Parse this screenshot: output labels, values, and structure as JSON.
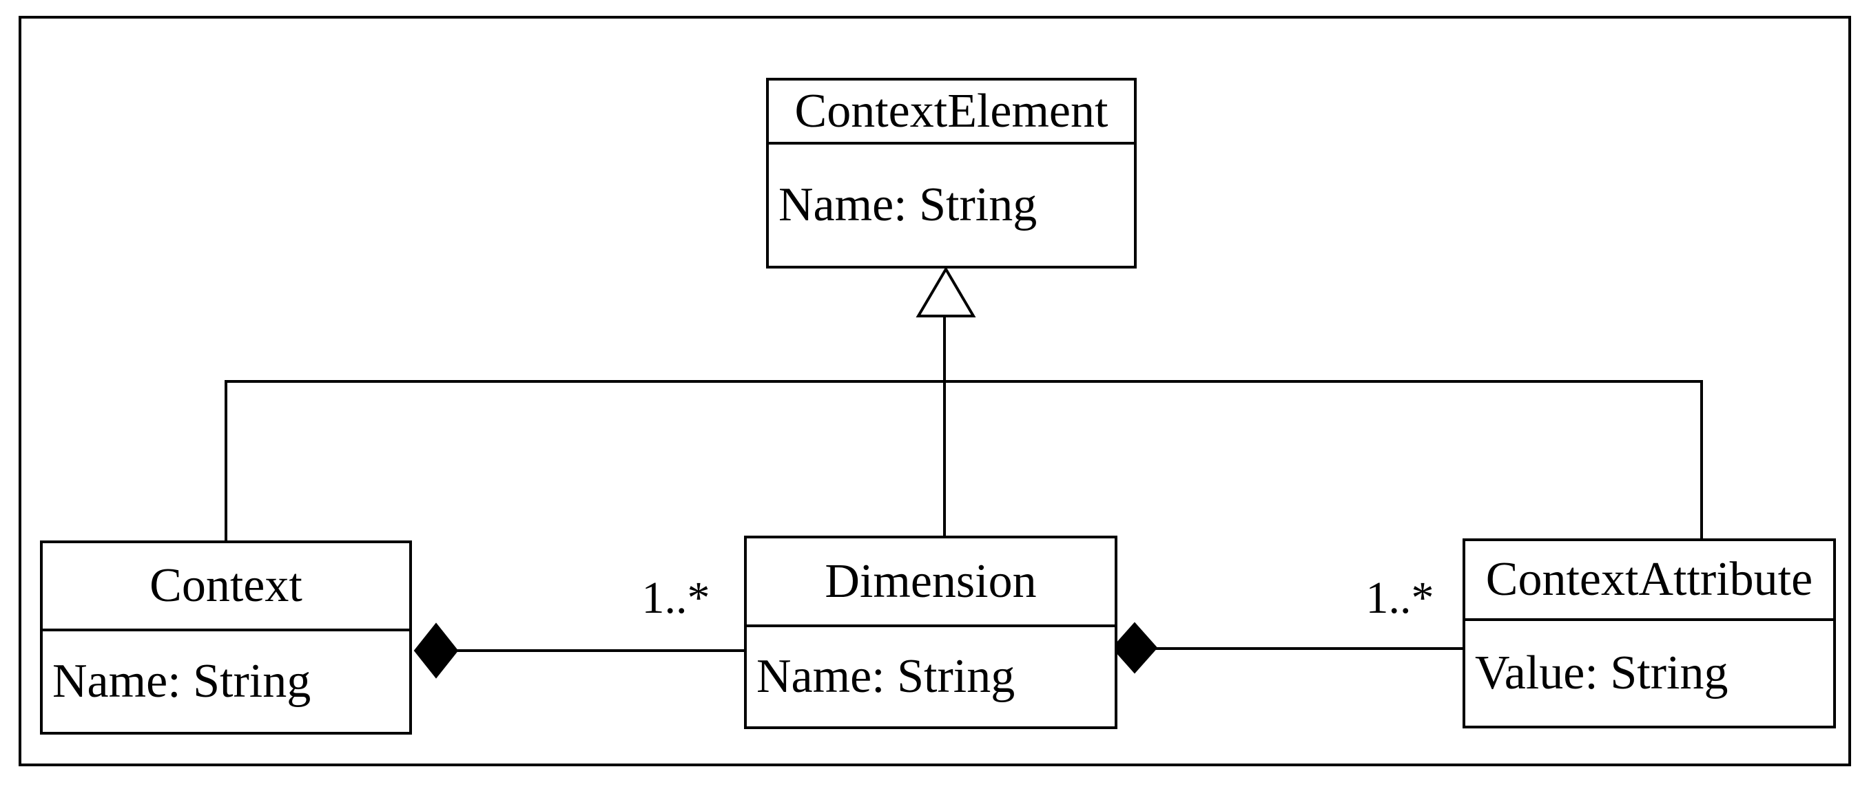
{
  "diagram": {
    "kind": "uml-class-diagram",
    "classes": [
      {
        "name": "ContextElement",
        "attributes": [
          "Name: String"
        ]
      },
      {
        "name": "Context",
        "attributes": [
          "Name: String"
        ]
      },
      {
        "name": "Dimension",
        "attributes": [
          "Name: String"
        ]
      },
      {
        "name": "ContextAttribute",
        "attributes": [
          "Value: String"
        ]
      }
    ],
    "relationships": [
      {
        "type": "generalization",
        "superclass": "ContextElement",
        "subclasses": [
          "Context",
          "Dimension",
          "ContextAttribute"
        ]
      },
      {
        "type": "composition",
        "whole": "Context",
        "part": "Dimension",
        "multiplicity": "1..*"
      },
      {
        "type": "composition",
        "whole": "Dimension",
        "part": "ContextAttribute",
        "multiplicity": "1..*"
      }
    ],
    "colors": {
      "line": "#000000",
      "fill": "#ffffff",
      "text": "#000000"
    }
  }
}
